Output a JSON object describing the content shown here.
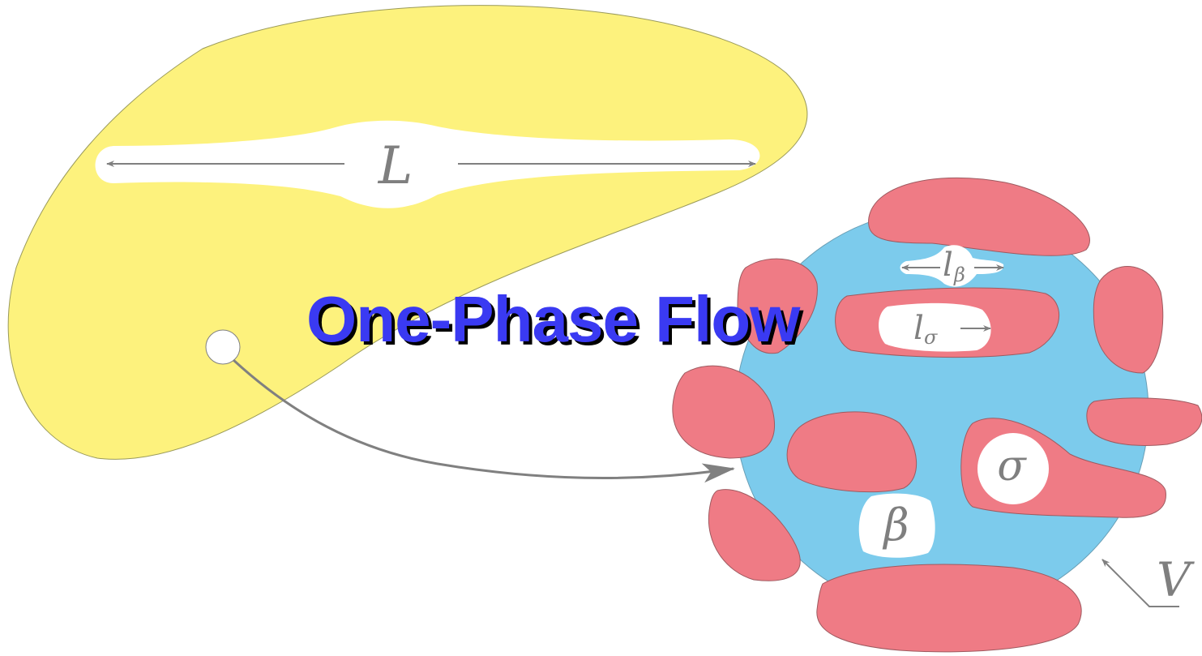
{
  "title": "One-Phase Flow",
  "labels": {
    "L": "L",
    "l_beta": "l",
    "l_beta_sub": "β",
    "l_sigma": "l",
    "l_sigma_sub": "σ",
    "sigma": "σ",
    "beta": "β",
    "V": "V"
  },
  "colors": {
    "macro_region": "#fdf27d",
    "beta_phase": "#7ccbec",
    "sigma_phase": "#ef7b85",
    "arrow": "#808080",
    "title": "#3a3af2",
    "title_shadow": "#000000"
  }
}
